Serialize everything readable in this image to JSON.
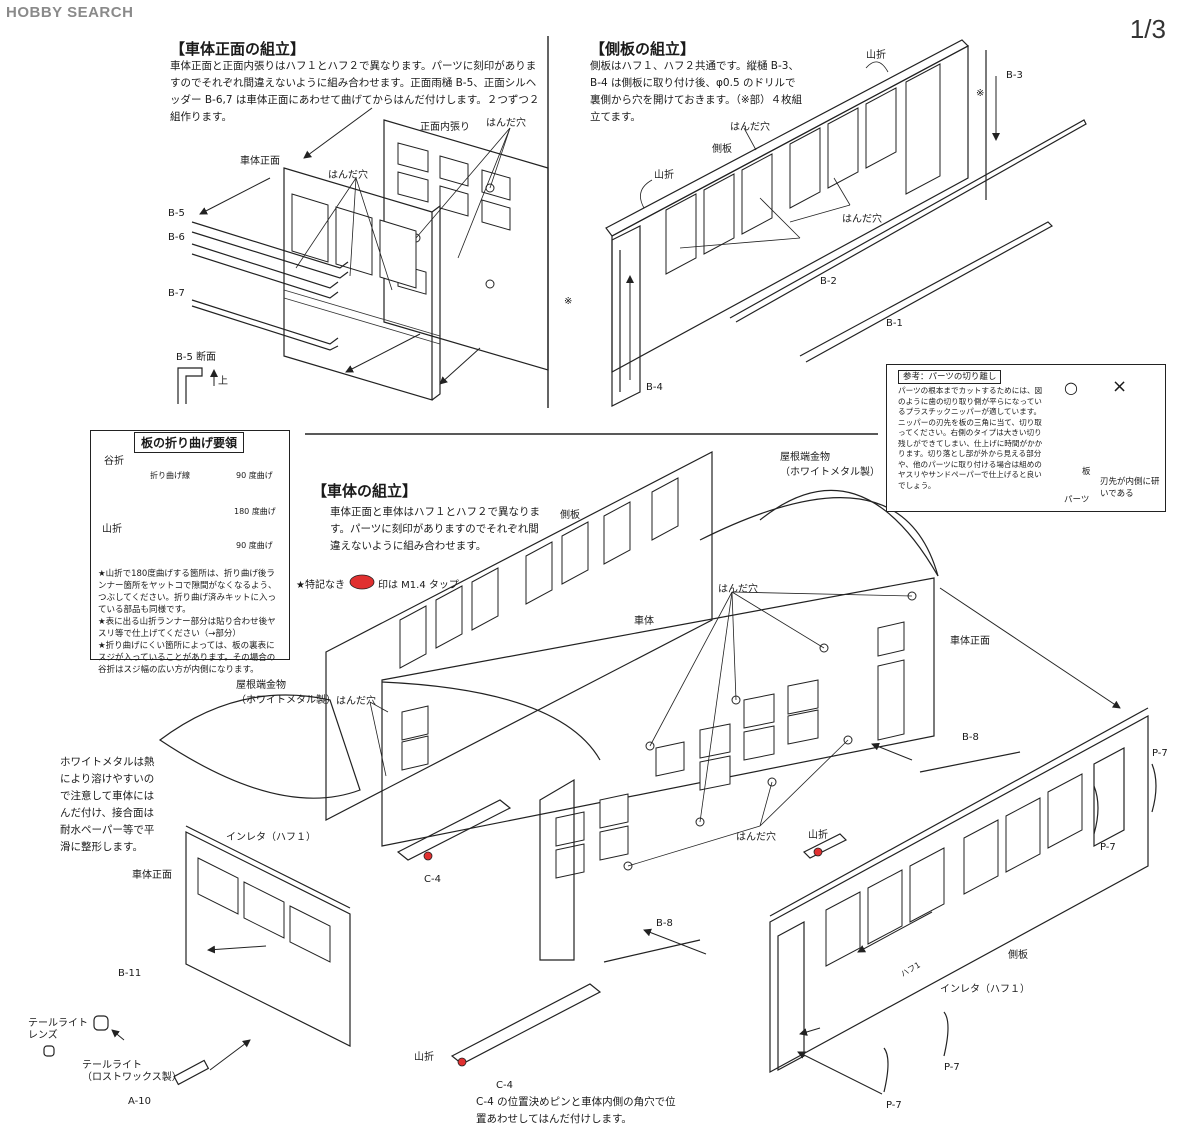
{
  "watermark": "HOBBY SEARCH",
  "page_number": "1/3",
  "front_assembly": {
    "title": "【車体正面の組立】",
    "text": "車体正面と正面内張りはハフ１とハフ２で異なります。パーツに刻印がありますのでそれぞれ間違えないように組み合わせます。正面雨樋 B-5、正面シルヘッダー B-6,7 は車体正面にあわせて曲げてからはんだ付けします。２つずつ２組作ります。",
    "labels": {
      "body_front": "車体正面",
      "inner_panel": "正面内張り",
      "solder_hole_a": "はんだ穴",
      "solder_hole_b": "はんだ穴",
      "b5": "B-5",
      "b6": "B-6",
      "b7": "B-7",
      "b5_section": "B-5 断面",
      "up": "上"
    }
  },
  "side_assembly": {
    "title": "【側板の組立】",
    "text": "側板はハフ１、ハフ２共通です。縦樋 B-3、B-4 は側板に取り付け後、φ0.5 のドリルで裏側から穴を開けておきます。（※部）４枚組立てます。",
    "labels": {
      "mountain_fold_a": "山折",
      "mountain_fold_b": "山折",
      "side_panel": "側板",
      "solder_hole_a": "はんだ穴",
      "solder_hole_b": "はんだ穴",
      "b1": "B-1",
      "b2": "B-2",
      "b3": "B-3",
      "b4": "B-4",
      "note_mark_a": "※",
      "note_mark_b": "※"
    }
  },
  "bending_box": {
    "title": "板の折り曲げ要領",
    "valley": "谷折",
    "mountain": "山折",
    "fold_line": "折り曲げ線",
    "deg90_a": "90 度曲げ",
    "deg180": "180 度曲げ",
    "deg90_b": "90 度曲げ",
    "notes": [
      "★山折で180度曲げする箇所は、折り曲げ後ランナー箇所をヤットコで隙間がなくなるよう、つぶしてください。折り曲げ済みキットに入っている部品も同様です。",
      "★表に出る山折ランナー部分は貼り合わせ後ヤスリ等で仕上げてください（→部分）",
      "★折り曲げにくい箇所によっては、板の裏表にスジが入っていることがあります。その場合の谷折はスジ幅の広い方が内側になります。"
    ]
  },
  "cutting_box": {
    "title": "参考：パーツの切り離し",
    "text": "パーツの根本までカットするためには、図のように歯の切り取り側が平らになっているプラスチックニッパーが適しています。ニッパーの刃先を板の三角に当て、切り取ってください。右側のタイプは大きい切り残しができてしまい、仕上げに時間がかかります。切り落とし部が外から見える部分や、他のパーツに取り付ける場合は組めのヤスリやサンドペーパーで仕上げると良いでしょう。",
    "good_mark": "○",
    "bad_mark": "×",
    "plate_label": "板",
    "parts_label": "パーツ",
    "bad_caption": "刃先が内側に研いである"
  },
  "body_assembly": {
    "title": "【車体の組立】",
    "text": "車体正面と車体はハフ１とハフ２で異なります。パーツに刻印がありますのでそれぞれ間違えないように組み合わせます。",
    "tap_note_prefix": "★特記なき",
    "tap_note_suffix": "印は M1.4 タップ",
    "labels": {
      "roof_end_a": "屋根端金物\n（ホワイトメタル製）",
      "roof_end_b": "屋根端金物\n（ホワイトメタル製）",
      "side_top": "側板",
      "body": "車体",
      "solder_hole_top": "はんだ穴",
      "body_front_right": "車体正面",
      "solder_hole_left": "はんだ穴",
      "solder_hole_mid": "はんだ穴",
      "b8_a": "B-8",
      "b8_b": "B-8",
      "c4_a": "C-4",
      "c4_b": "C-4",
      "mountain_fold_a": "山折",
      "mountain_fold_b": "山折",
      "inletta_a": "インレタ（ハフ１）",
      "inletta_b": "インレタ（ハフ１）",
      "body_front_left": "車体正面",
      "b11": "B-11",
      "tail_lens": "テールライト\nレンズ",
      "tail_light": "テールライト\n（ロストワックス製）",
      "a10": "A-10",
      "p7_a": "P-7",
      "p7_b": "P-7",
      "p7_c": "P-7",
      "p7_d": "P-7",
      "side_bottom": "側板",
      "hafu_mark": "ハフ1"
    },
    "white_metal_note": "ホワイトメタルは熱により溶けやすいので注意して車体にはんだ付け、接合面は耐水ペーパー等で平滑に整形します。",
    "c4_note": "C-4 の位置決めピンと車体内側の角穴で位置あわせしてはんだ付けします。"
  },
  "colors": {
    "tap_mark": "#e03030",
    "line": "#222222"
  }
}
